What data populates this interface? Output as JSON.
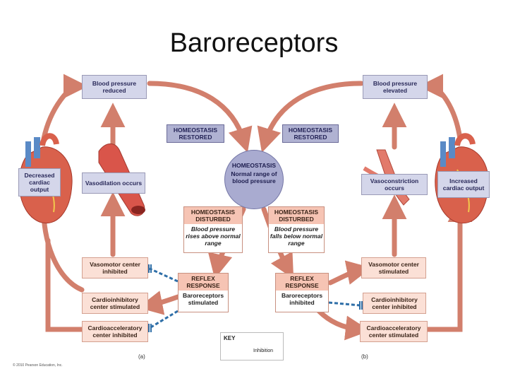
{
  "title": "Baroreceptors",
  "left": {
    "bp_box": "Blood pressure reduced",
    "restored": "HOMEOSTASIS RESTORED",
    "cardiac": "Decreased cardiac output",
    "vaso": "Vasodilation occurs",
    "disturbed_head": "HOMEOSTASIS DISTURBED",
    "disturbed_body": "Blood pressure rises above normal range",
    "reflex_head": "REFLEX RESPONSE",
    "reflex_body": "Baroreceptors stimulated",
    "vasomotor": "Vasomotor center inhibited",
    "cardioinhib": "Cardioinhibitory center stimulated",
    "cardioaccel": "Cardioacceleratory center inhibited",
    "panel": "(a)"
  },
  "right": {
    "bp_box": "Blood pressure elevated",
    "restored": "HOMEOSTASIS RESTORED",
    "cardiac": "Increased cardiac output",
    "vaso": "Vasoconstriction occurs",
    "disturbed_head": "HOMEOSTASIS DISTURBED",
    "disturbed_body": "Blood pressure falls below normal range",
    "reflex_head": "REFLEX RESPONSE",
    "reflex_body": "Baroreceptors inhibited",
    "vasomotor": "Vasomotor center stimulated",
    "cardioinhib": "Cardioinhibitory center inhibited",
    "cardioaccel": "Cardioacceleratory center stimulated",
    "panel": "(b)"
  },
  "center": {
    "head": "HOMEOSTASIS",
    "sub": "Normal range of blood pressure"
  },
  "key": {
    "title": "KEY",
    "inhibition": "Inhibition"
  },
  "copyright": "© 2010 Pearson Education, Inc.",
  "colors": {
    "arrow": "#d27f6c",
    "box": "#d4d6ea",
    "homeostasis": "#a9abd0",
    "pink": "#fbe0d6",
    "inhibition": "#2f6fa8"
  }
}
